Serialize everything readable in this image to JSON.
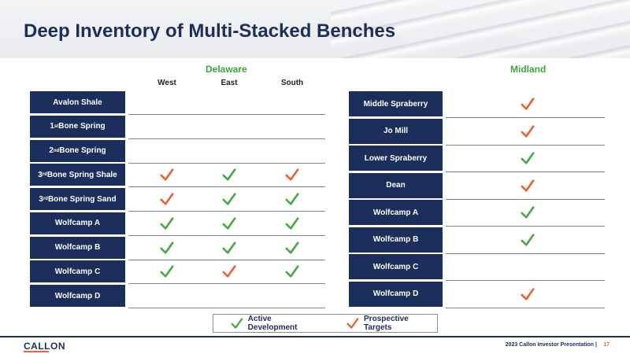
{
  "header": {
    "title": "Deep Inventory of Multi-Stacked Benches"
  },
  "colors": {
    "navy": "#1b2e5c",
    "active": "#4fa84a",
    "prospective": "#e8653c"
  },
  "delaware": {
    "title": "Delaware",
    "columns": [
      "West",
      "East",
      "South"
    ],
    "rows": [
      {
        "label": "Avalon Shale",
        "marks": [
          "",
          "",
          ""
        ]
      },
      {
        "label_num": "1",
        "label_sup": "st",
        "label_rest": " Bone Spring",
        "marks": [
          "",
          "",
          ""
        ]
      },
      {
        "label_num": "2",
        "label_sup": "nd",
        "label_rest": " Bone Spring",
        "marks": [
          "",
          "",
          ""
        ]
      },
      {
        "label_num": "3",
        "label_sup": "rd",
        "label_rest": " Bone Spring Shale",
        "marks": [
          "prospective",
          "active",
          "prospective"
        ]
      },
      {
        "label_num": "3",
        "label_sup": "rd",
        "label_rest": " Bone Spring Sand",
        "marks": [
          "prospective",
          "active",
          "active"
        ]
      },
      {
        "label": "Wolfcamp A",
        "marks": [
          "active",
          "active",
          "active"
        ]
      },
      {
        "label": "Wolfcamp B",
        "marks": [
          "active",
          "active",
          "active"
        ]
      },
      {
        "label": "Wolfcamp C",
        "marks": [
          "active",
          "prospective",
          "active"
        ]
      },
      {
        "label": "Wolfcamp D",
        "marks": [
          "",
          "",
          ""
        ]
      }
    ]
  },
  "midland": {
    "title": "Midland",
    "rows": [
      {
        "label": "Middle Spraberry",
        "mark": "prospective"
      },
      {
        "label": "Jo Mill",
        "mark": "prospective"
      },
      {
        "label": "Lower Spraberry",
        "mark": "active"
      },
      {
        "label": "Dean",
        "mark": "prospective"
      },
      {
        "label": "Wolfcamp A",
        "mark": "active"
      },
      {
        "label": "Wolfcamp B",
        "mark": "active"
      },
      {
        "label": "Wolfcamp C",
        "mark": ""
      },
      {
        "label": "Wolfcamp D",
        "mark": "prospective"
      }
    ]
  },
  "legend": {
    "active_label": "Active Development",
    "prospective_label": "Prospective Targets"
  },
  "footer": {
    "logo": "CALLON",
    "text": "2023 Callon Investor Presentation |",
    "page": "17"
  }
}
